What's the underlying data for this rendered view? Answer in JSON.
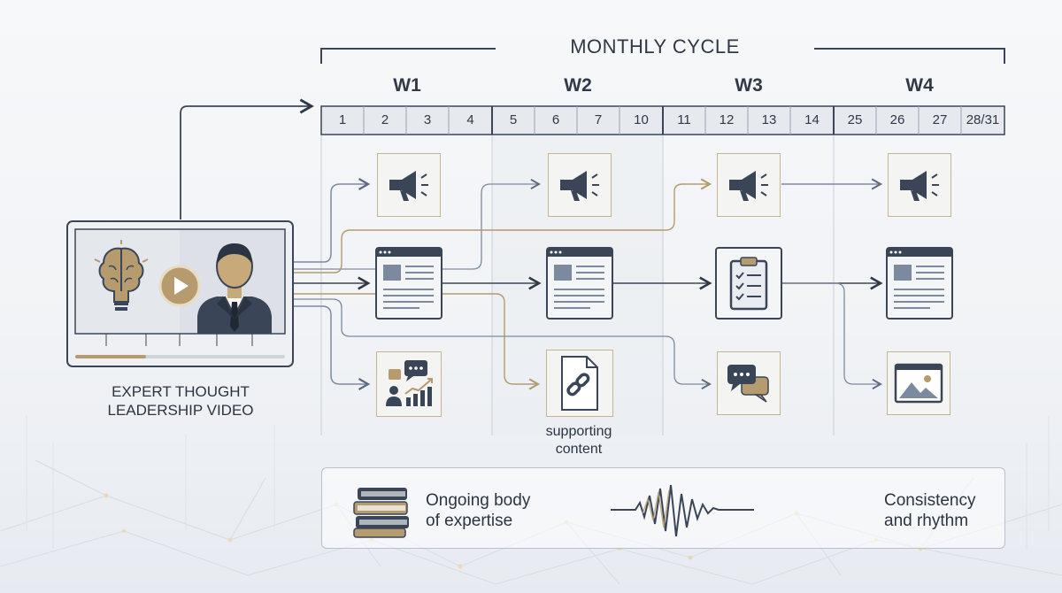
{
  "title": "MONTHLY CYCLE",
  "weeks": [
    {
      "label": "W1",
      "days": [
        "1",
        "2",
        "3",
        "4"
      ]
    },
    {
      "label": "W2",
      "days": [
        "5",
        "6",
        "7",
        "10"
      ]
    },
    {
      "label": "W3",
      "days": [
        "11",
        "12",
        "13",
        "14"
      ]
    },
    {
      "label": "W4",
      "days": [
        "25",
        "26",
        "27",
        "28/31"
      ]
    }
  ],
  "source": {
    "caption_line1": "EXPERT THOUGHT",
    "caption_line2": "LEADERSHIP VIDEO"
  },
  "content_rows": {
    "row1": [
      "megaphone-icon",
      "megaphone-icon",
      "megaphone-icon",
      "megaphone-icon"
    ],
    "row2": [
      "article-icon",
      "article-icon",
      "checklist-icon",
      "article-icon"
    ],
    "row3": [
      "chat-chart-icon",
      "link-document-icon",
      "chat-bubbles-icon",
      "image-icon"
    ]
  },
  "supporting_label_line1": "supporting",
  "supporting_label_line2": "content",
  "bottom": {
    "left_line1": "Ongoing body",
    "left_line2": "of expertise",
    "right_line1": "Consistency",
    "right_line2": "and rhythm"
  },
  "colors": {
    "navy": "#3a4657",
    "gold": "#b59b6e",
    "steel": "#7c8aa0",
    "box_border": "#c6b492"
  }
}
